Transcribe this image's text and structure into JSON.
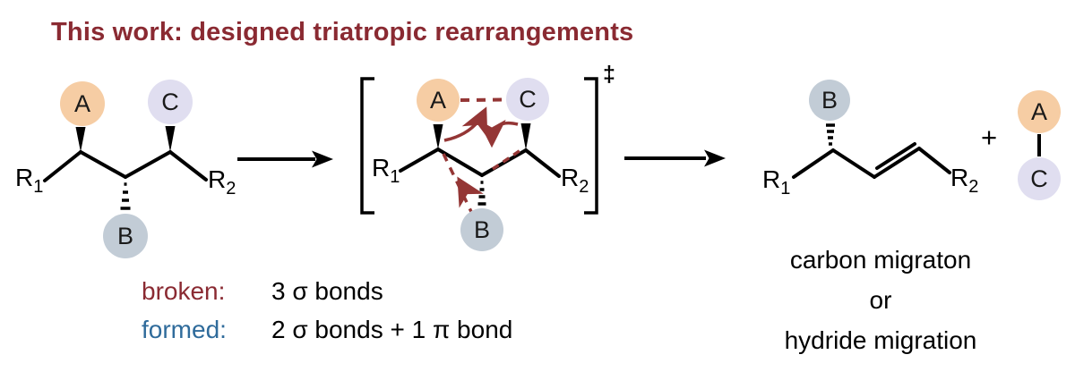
{
  "title": "This work: designed triatropic rearrangements",
  "atoms": {
    "a": "A",
    "b": "B",
    "c": "C"
  },
  "substituents": {
    "r": "R",
    "sub1": "1",
    "sub2": "2"
  },
  "symbols": {
    "dagger": "‡",
    "plus": "+"
  },
  "legend": {
    "broken_label": "broken:",
    "broken_value": "3 σ bonds",
    "formed_label": "formed:",
    "formed_value": "2 σ bonds + 1 π bond"
  },
  "caption": {
    "line1": "carbon migraton",
    "line2": "or",
    "line3": "hydride migration"
  },
  "colors": {
    "title": "#8A2A32",
    "broken": "#8A2A32",
    "formed": "#2F6B9B",
    "accent": "#943635",
    "bond": "#000000",
    "atom_a": "#F6CDA4",
    "atom_b": "#C2CCD6",
    "atom_c": "#E0DEF0"
  }
}
